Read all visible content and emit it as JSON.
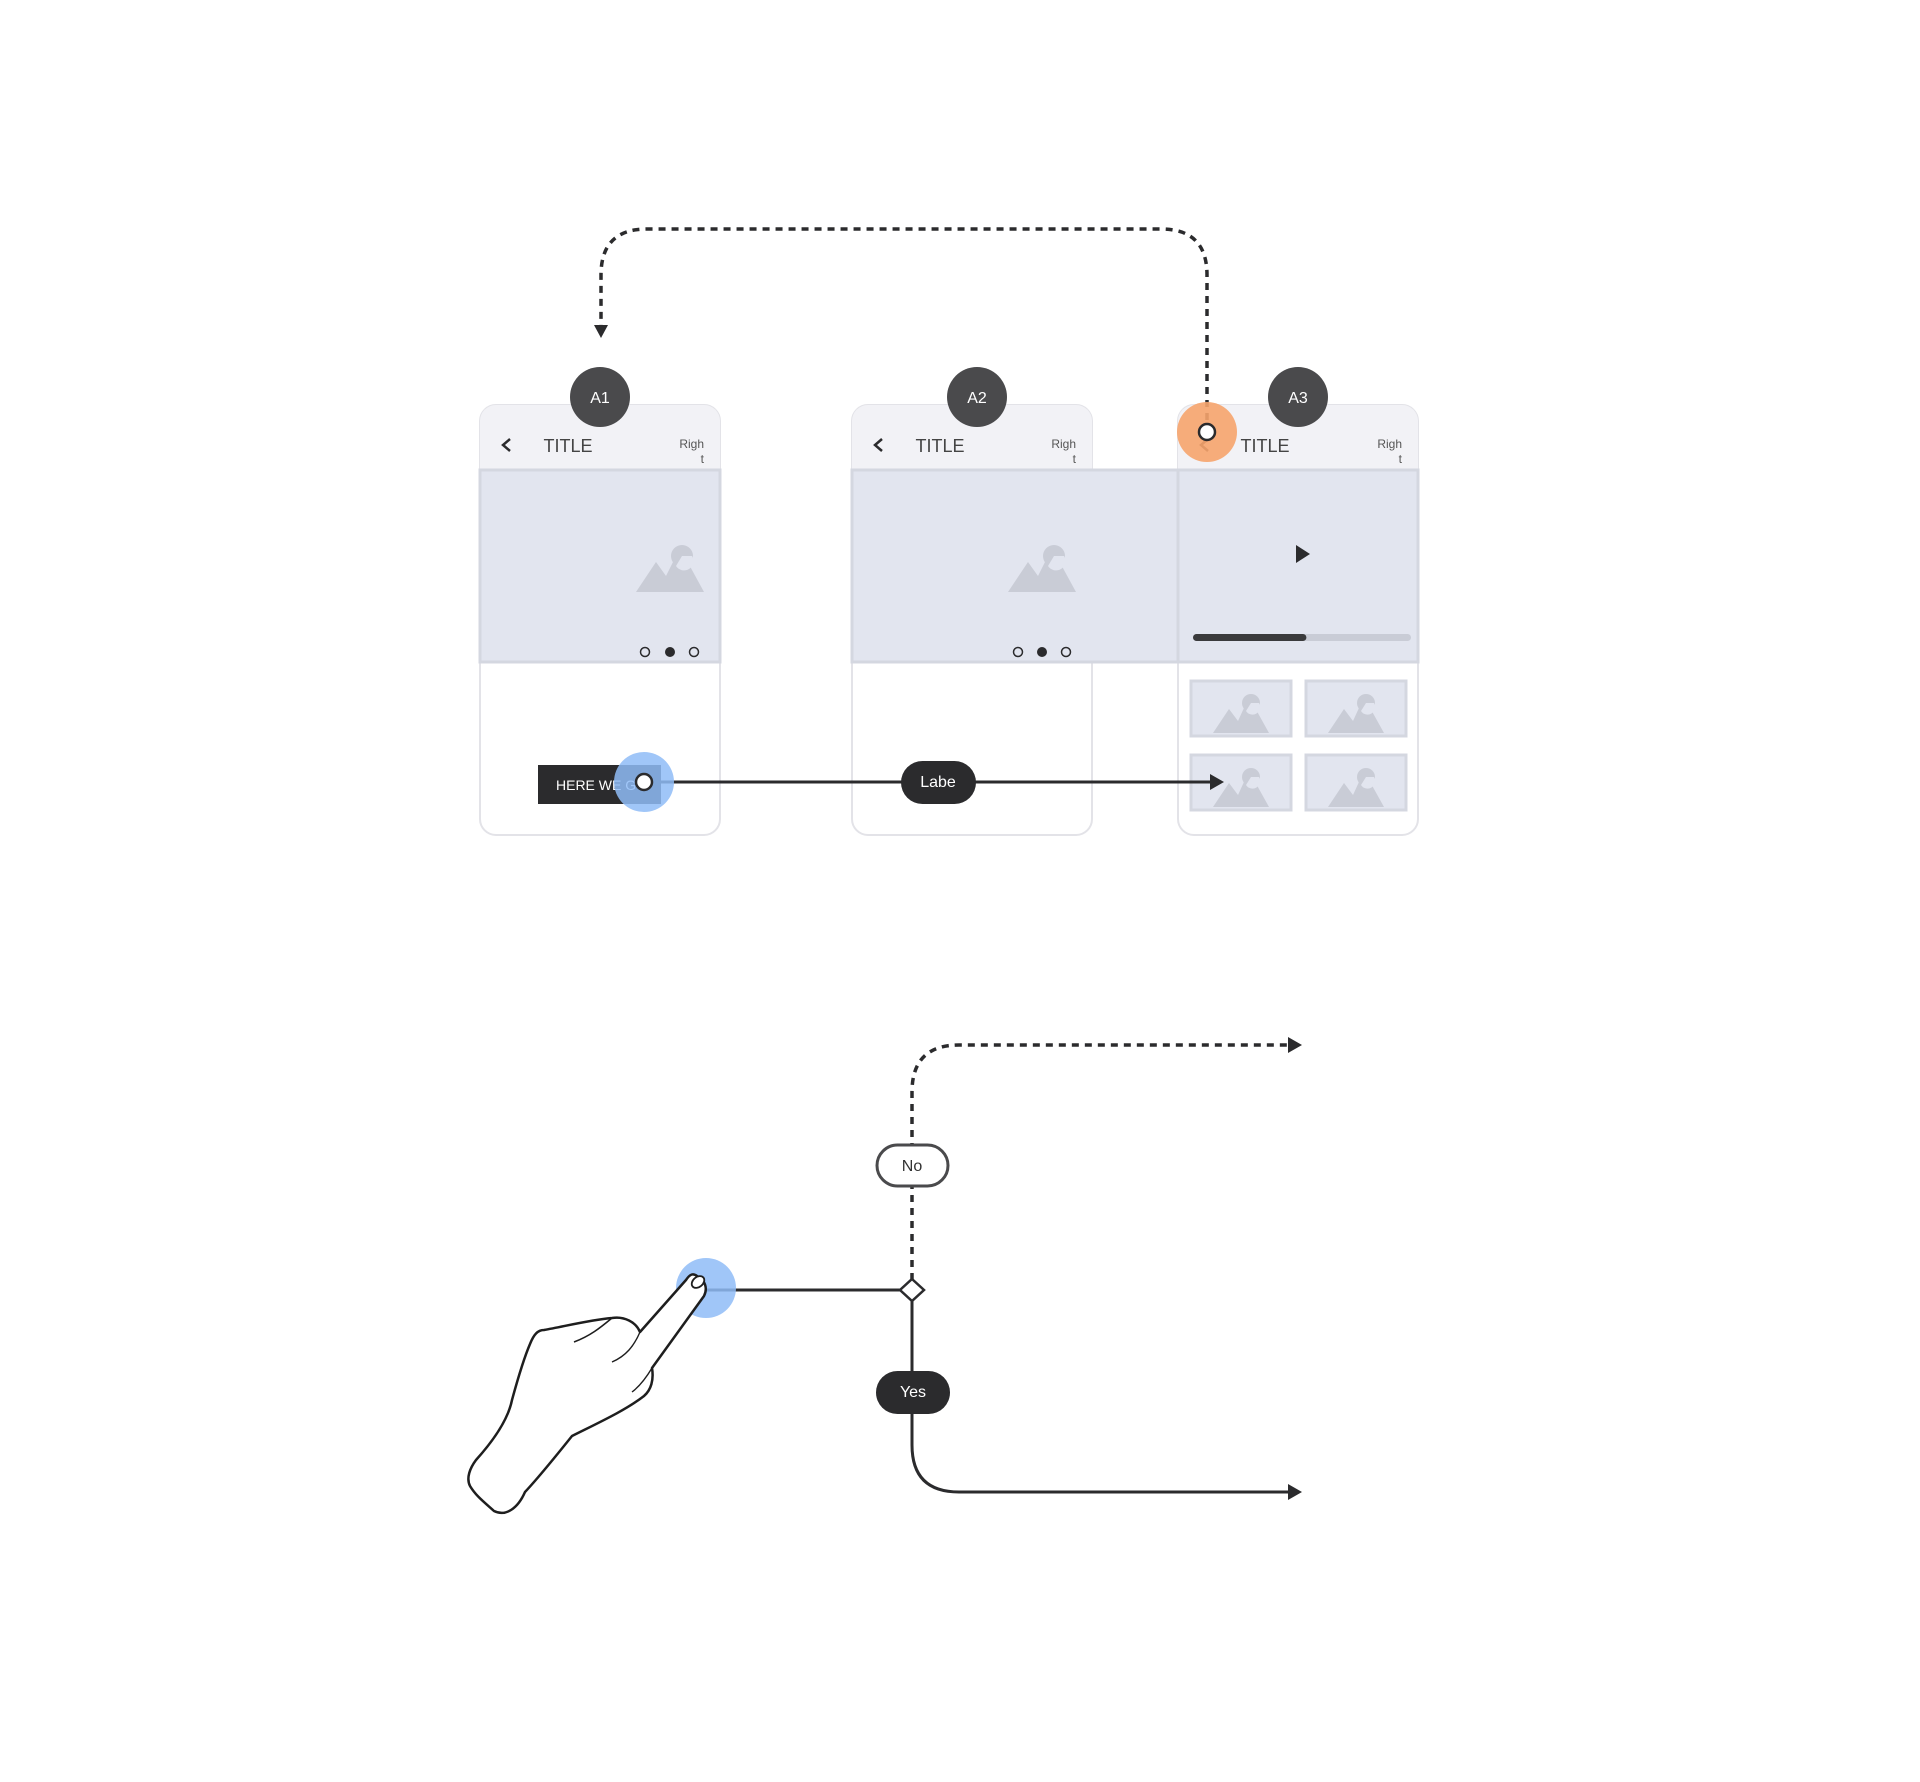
{
  "screens": [
    {
      "id": "A1",
      "title": "TITLE",
      "right": [
        "Righ",
        "t"
      ],
      "hero": "image-carousel",
      "carousel_active": 2,
      "cta_label": "HERE WE GO"
    },
    {
      "id": "A2",
      "title": "TITLE",
      "right": [
        "Righ",
        "t"
      ],
      "hero": "image-carousel",
      "carousel_active": 2
    },
    {
      "id": "A3",
      "title": "TITLE",
      "right": [
        "Righ",
        "t"
      ],
      "hero": "video-player",
      "video_progress": 0.52,
      "thumbnail_count": 4
    }
  ],
  "connectors": {
    "link_label": "Labe",
    "decision_no": "No",
    "decision_yes": "Yes"
  },
  "colors": {
    "badge": "#4a4a4c",
    "ink": "#2b2b2d",
    "screen_border": "#e3e3e8",
    "header_bg": "#f2f2f6",
    "placeholder_bg": "#e2e5ef",
    "placeholder_icon": "#c9ccd6",
    "hotspot_blue": "#8fbcf7",
    "hotspot_orange": "#f6a46d"
  },
  "icons": [
    "chevron-left-icon",
    "image-placeholder-icon",
    "play-icon",
    "hand-pointer-icon"
  ]
}
